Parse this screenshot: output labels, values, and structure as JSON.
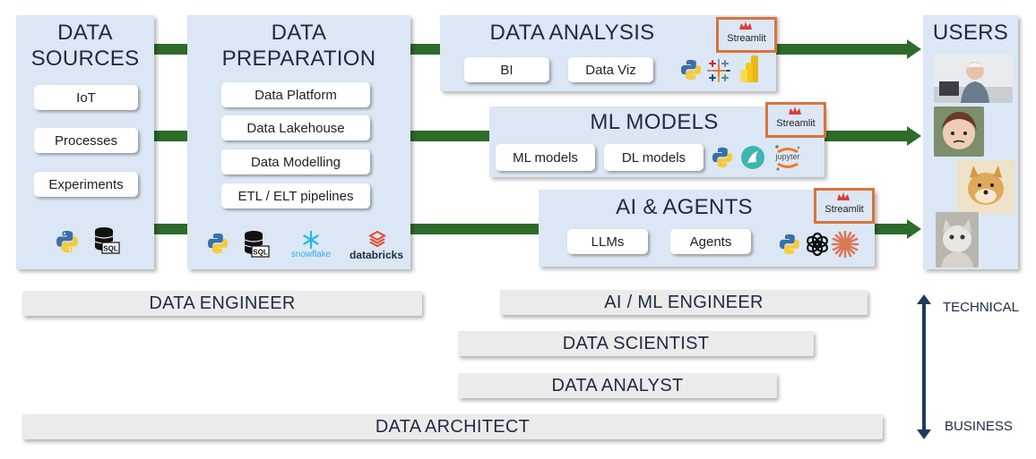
{
  "panels": {
    "sources": {
      "title_line1": "DATA",
      "title_line2": "SOURCES",
      "items": [
        "IoT",
        "Processes",
        "Experiments"
      ]
    },
    "prep": {
      "title_line1": "DATA",
      "title_line2": "PREPARATION",
      "items": [
        "Data Platform",
        "Data Lakehouse",
        "Data Modelling",
        "ETL / ELT pipelines"
      ],
      "logo_snowflake": "snowflake",
      "logo_databricks": "databricks"
    },
    "analysis": {
      "title": "DATA ANALYSIS",
      "items": [
        "BI",
        "Data Viz"
      ]
    },
    "ml": {
      "title": "ML MODELS",
      "items": [
        "ML models",
        "DL models"
      ],
      "logo_jupyter": "jupyter"
    },
    "ai": {
      "title": "AI & AGENTS",
      "items": [
        "LLMs",
        "Agents"
      ]
    },
    "users": {
      "title": "USERS"
    }
  },
  "streamlit_label": "Streamlit",
  "sql_label": "SQL",
  "roles": {
    "data_engineer": "DATA ENGINEER",
    "ai_ml_engineer": "AI / ML ENGINEER",
    "data_scientist": "DATA SCIENTIST",
    "data_analyst": "DATA ANALYST",
    "data_architect": "DATA ARCHITECT"
  },
  "axis": {
    "top": "TECHNICAL",
    "bottom": "BUSINESS"
  },
  "colors": {
    "panel": "#dbe7f4",
    "arrow": "#2f6b2a",
    "streamlit_border": "#d9733a",
    "axis_arrow": "#1f3a5f",
    "role_bar": "#ebebeb"
  },
  "icons": [
    "python-icon",
    "sql-database-icon",
    "snowflake-logo",
    "databricks-logo",
    "tableau-icon",
    "powerbi-icon",
    "seaborn-icon",
    "jupyter-icon",
    "openai-icon",
    "claude-icon",
    "streamlit-crown-icon"
  ]
}
